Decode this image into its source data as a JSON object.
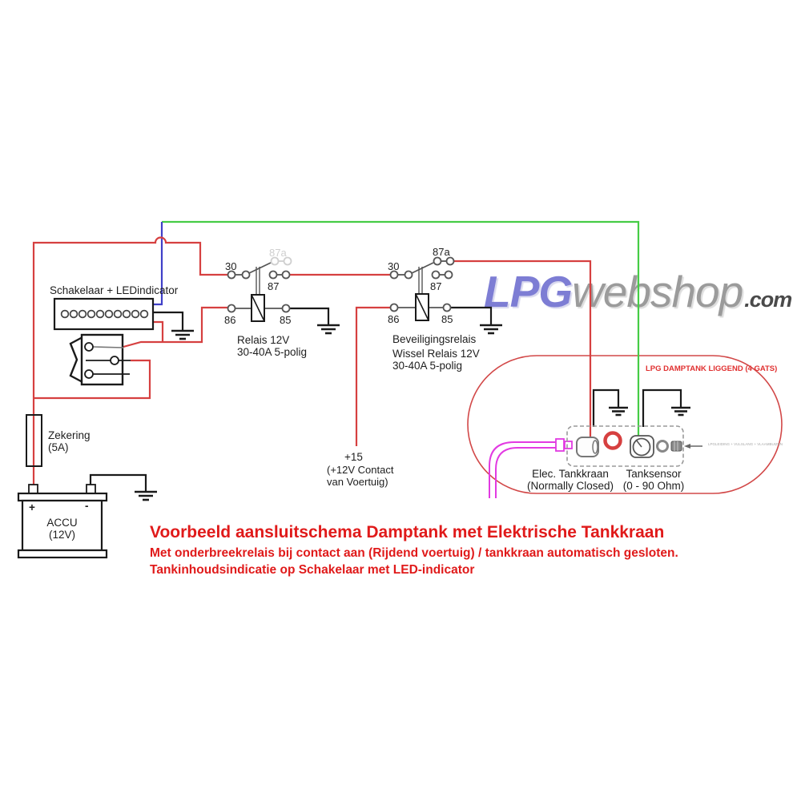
{
  "logo": {
    "lpg": "LPG",
    "web": "webshop",
    "com": ".com"
  },
  "colors": {
    "wire_red": "#d64040",
    "wire_green": "#46cc46",
    "wire_blue": "#4040c8",
    "wire_magenta": "#e23ae2",
    "wire_black": "#1a1a1a",
    "inactive_gray": "#cfcfcf",
    "title_red": "#e01a1a"
  },
  "switch_panel": {
    "label": "Schakelaar + LEDindicator",
    "led_count": 10
  },
  "relay1": {
    "p30": "30",
    "p87a": "87a",
    "p87": "87",
    "p86": "86",
    "p85": "85",
    "name1": "Relais 12V",
    "name2": "30-40A 5-polig"
  },
  "relay2": {
    "p30": "30",
    "p87a": "87a",
    "p87": "87",
    "p86": "86",
    "p85": "85",
    "name1": "Beveiligingsrelais",
    "name2": "Wissel Relais 12V",
    "name3": "30-40A 5-polig"
  },
  "fuse": {
    "line1": "Zekering",
    "line2": "(5A)"
  },
  "battery": {
    "line1": "ACCU",
    "line2": "(12V)",
    "plus": "+",
    "minus": "-"
  },
  "ignition": {
    "line1": "+15",
    "line2": "(+12V Contact",
    "line3": "van Voertuig)"
  },
  "tank": {
    "title": "LPG DAMPTANK LIGGEND (4 GATS)",
    "valve_line1": "Elec. Tankkraan",
    "valve_line2": "(Normally Closed)",
    "sensor_line1": "Tanksensor",
    "sensor_line2": "(0 - 90 Ohm)",
    "note": "LPGLEIDING + VULSLANG + VLAAMBUIZEN"
  },
  "title": {
    "line1": "Voorbeeld aansluitschema Damptank met Elektrische Tankkraan",
    "line2": "Met onderbreekrelais bij contact aan (Rijdend voertuig) / tankkraan automatisch gesloten.",
    "line3": "Tankinhoudsindicatie op Schakelaar met LED-indicator"
  }
}
